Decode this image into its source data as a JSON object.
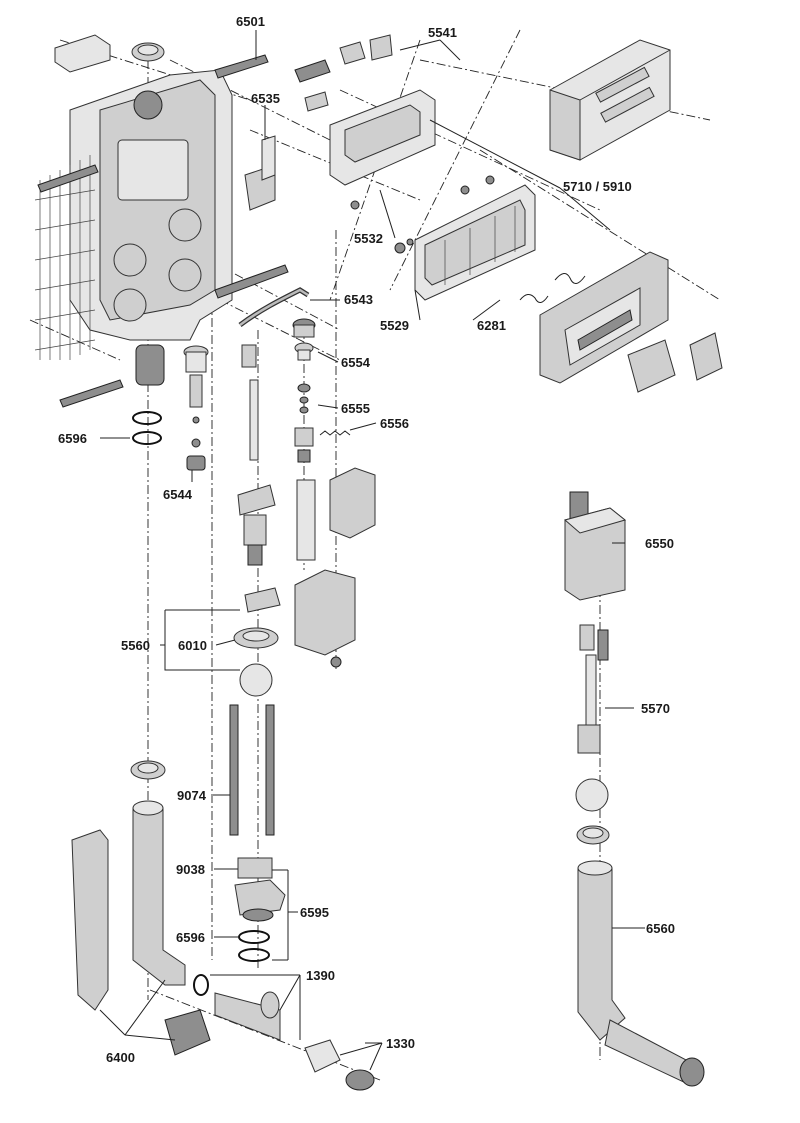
{
  "diagram": {
    "labels": [
      {
        "id": "6501",
        "text": "6501"
      },
      {
        "id": "5541",
        "text": "5541"
      },
      {
        "id": "6535",
        "text": "6535"
      },
      {
        "id": "5710_5910",
        "text": "5710 / 5910"
      },
      {
        "id": "5532",
        "text": "5532"
      },
      {
        "id": "6543",
        "text": "6543"
      },
      {
        "id": "5529",
        "text": "5529"
      },
      {
        "id": "6281",
        "text": "6281"
      },
      {
        "id": "6554",
        "text": "6554"
      },
      {
        "id": "6555",
        "text": "6555"
      },
      {
        "id": "6556",
        "text": "6556"
      },
      {
        "id": "6596_top",
        "text": "6596"
      },
      {
        "id": "6544",
        "text": "6544"
      },
      {
        "id": "6550",
        "text": "6550"
      },
      {
        "id": "5560",
        "text": "5560"
      },
      {
        "id": "6010",
        "text": "6010"
      },
      {
        "id": "5570",
        "text": "5570"
      },
      {
        "id": "9074",
        "text": "9074"
      },
      {
        "id": "9038",
        "text": "9038"
      },
      {
        "id": "6595",
        "text": "6595"
      },
      {
        "id": "6560",
        "text": "6560"
      },
      {
        "id": "6596_bottom",
        "text": "6596"
      },
      {
        "id": "1390",
        "text": "1390"
      },
      {
        "id": "1330",
        "text": "1330"
      },
      {
        "id": "6400",
        "text": "6400"
      }
    ]
  }
}
